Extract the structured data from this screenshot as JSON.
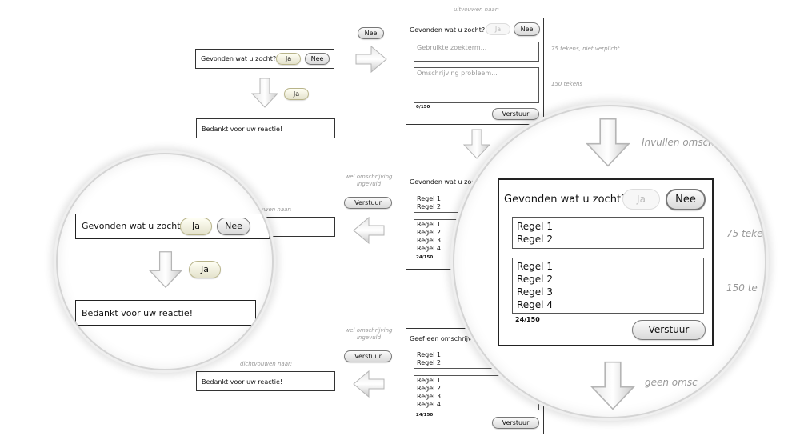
{
  "question": "Gevonden wat u zocht?",
  "question_short": "Geef een omschrijving",
  "yes_label": "Ja",
  "no_label": "Nee",
  "thanks": "Bedankt voor uw reactie!",
  "submit_label": "Verstuur",
  "search_placeholder": "Gebruikte zoekterm...",
  "problem_placeholder": "Omschrijving probleem...",
  "lines": [
    "Regel 1",
    "Regel 2",
    "Regel 3",
    "Regel 4"
  ],
  "count_empty": "0/150",
  "count_filled": "24/150",
  "notes": {
    "expand_to": "uitvouwen naar:",
    "expand_to_partial": "ouwen naar:",
    "collapse_to": "dichtvouwen naar:",
    "chars_75": "75 tekens, niet verplicht",
    "chars_75_partial": "75 teke",
    "chars_150": "150 tekens",
    "chars_150_partial": "150 te",
    "described_line1": "wel omschrijving",
    "described_line2": "ingevuld",
    "fill_in_partial": "Invullen omsch",
    "none_partial": "geen omsc"
  }
}
